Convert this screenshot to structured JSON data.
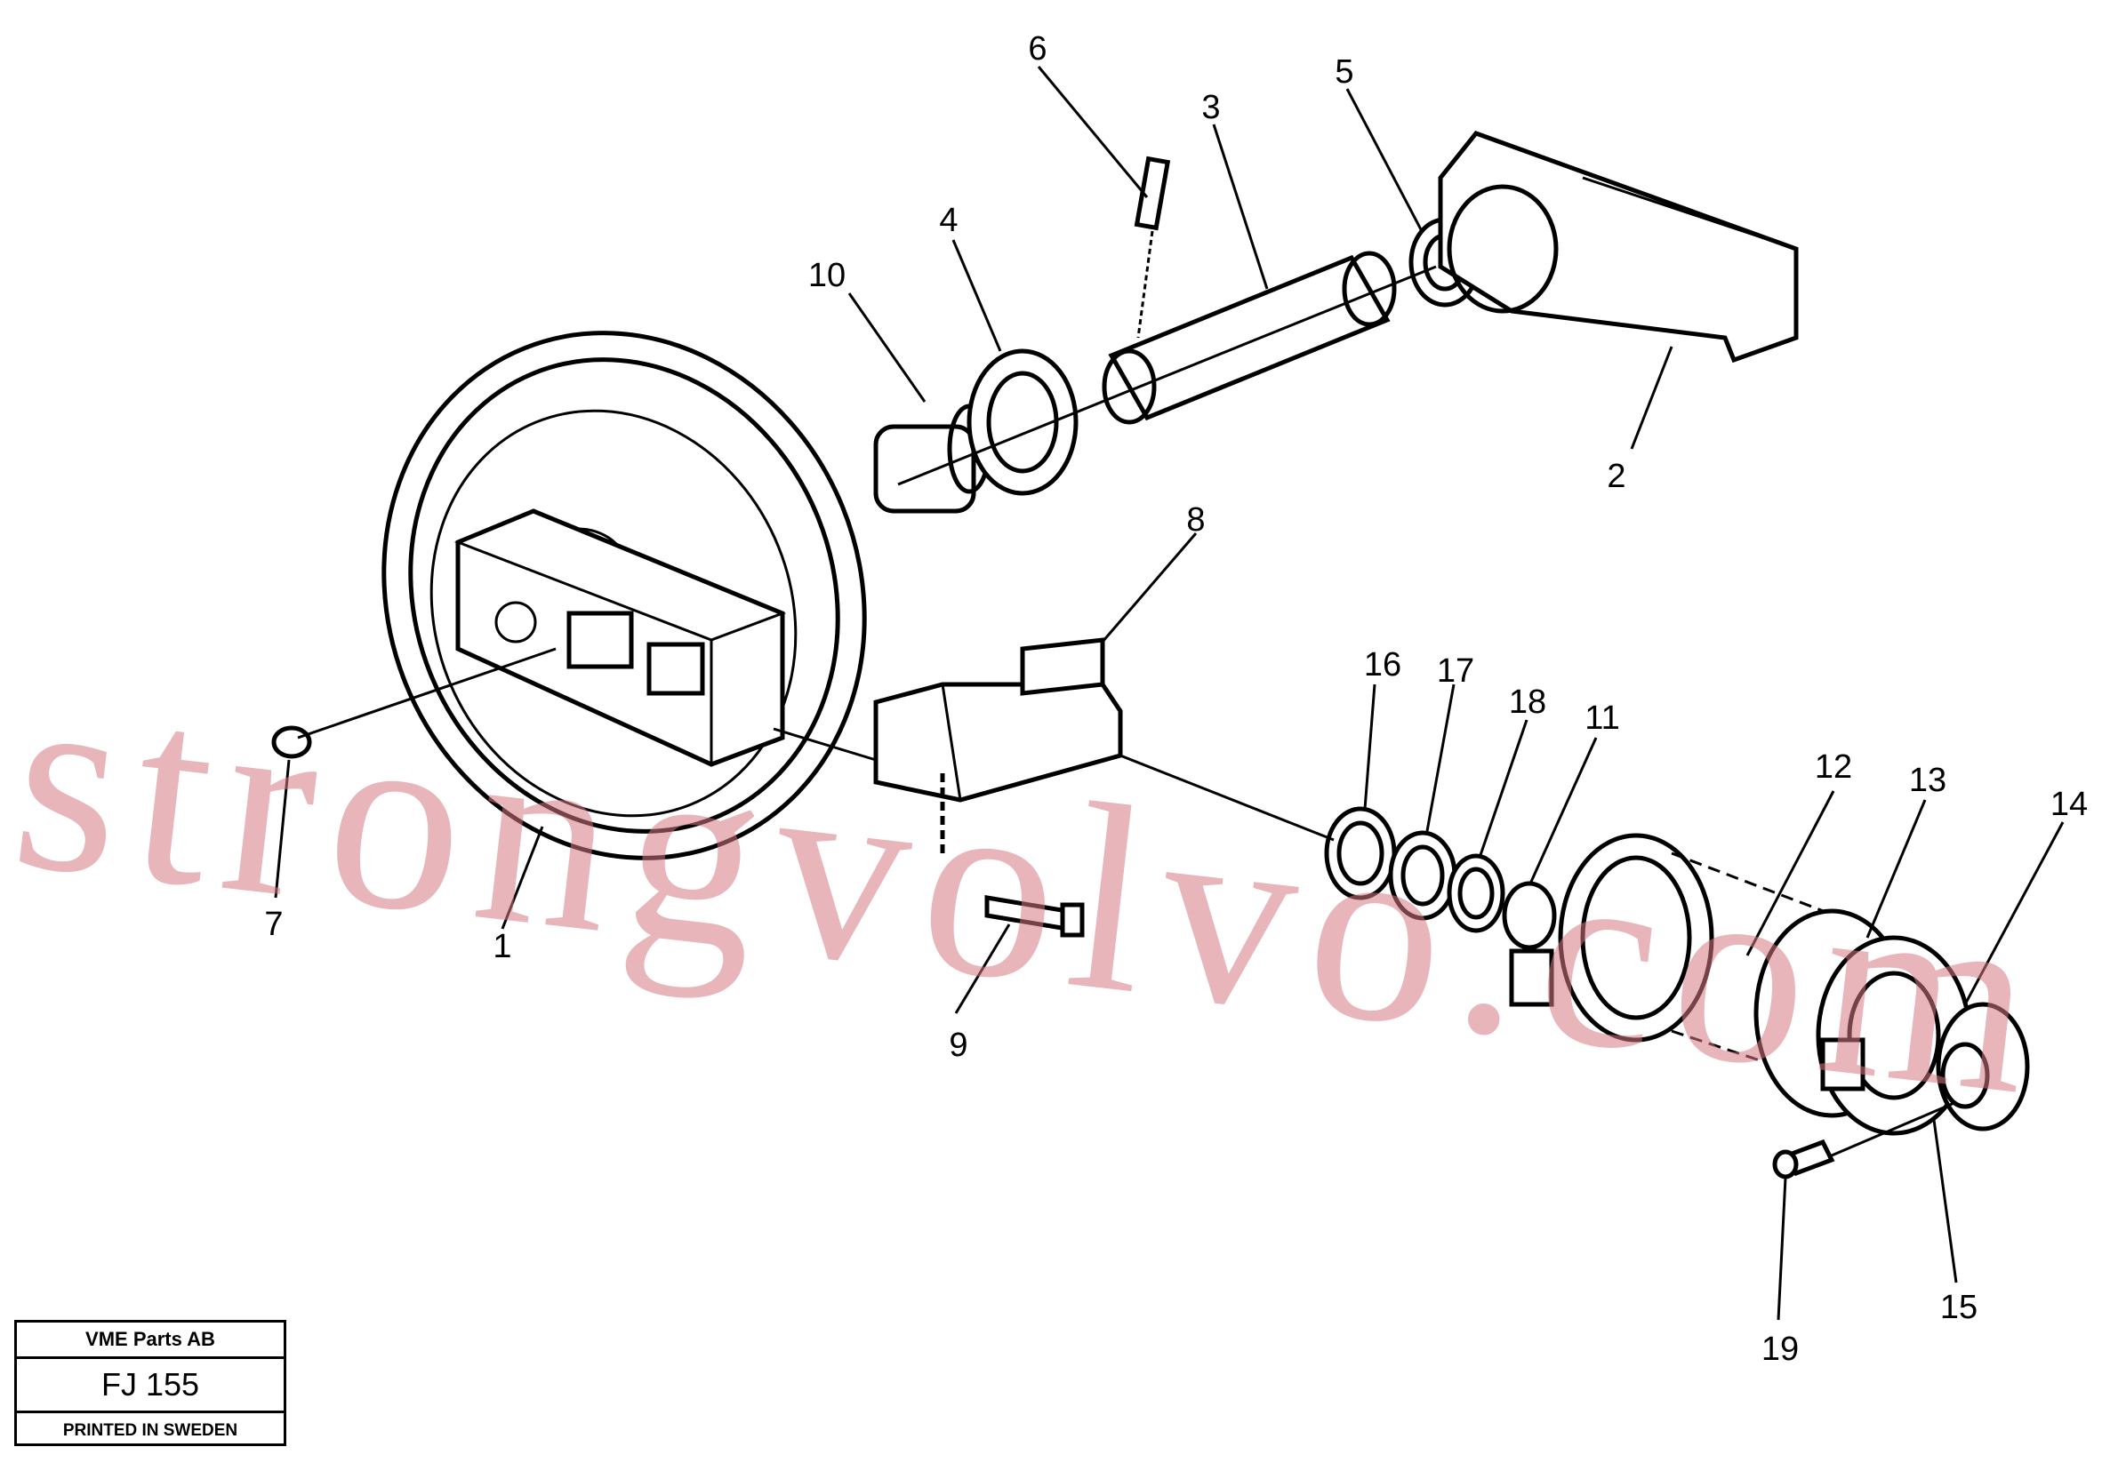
{
  "diagram": {
    "callouts": [
      "1",
      "2",
      "3",
      "4",
      "5",
      "6",
      "7",
      "8",
      "9",
      "10",
      "11",
      "12",
      "13",
      "14",
      "15",
      "16",
      "17",
      "18",
      "19"
    ]
  },
  "stamp": {
    "company": "VME Parts AB",
    "drawing_no": "FJ 155",
    "printed": "PRINTED IN SWEDEN"
  },
  "watermark": "strongvolvo.com"
}
